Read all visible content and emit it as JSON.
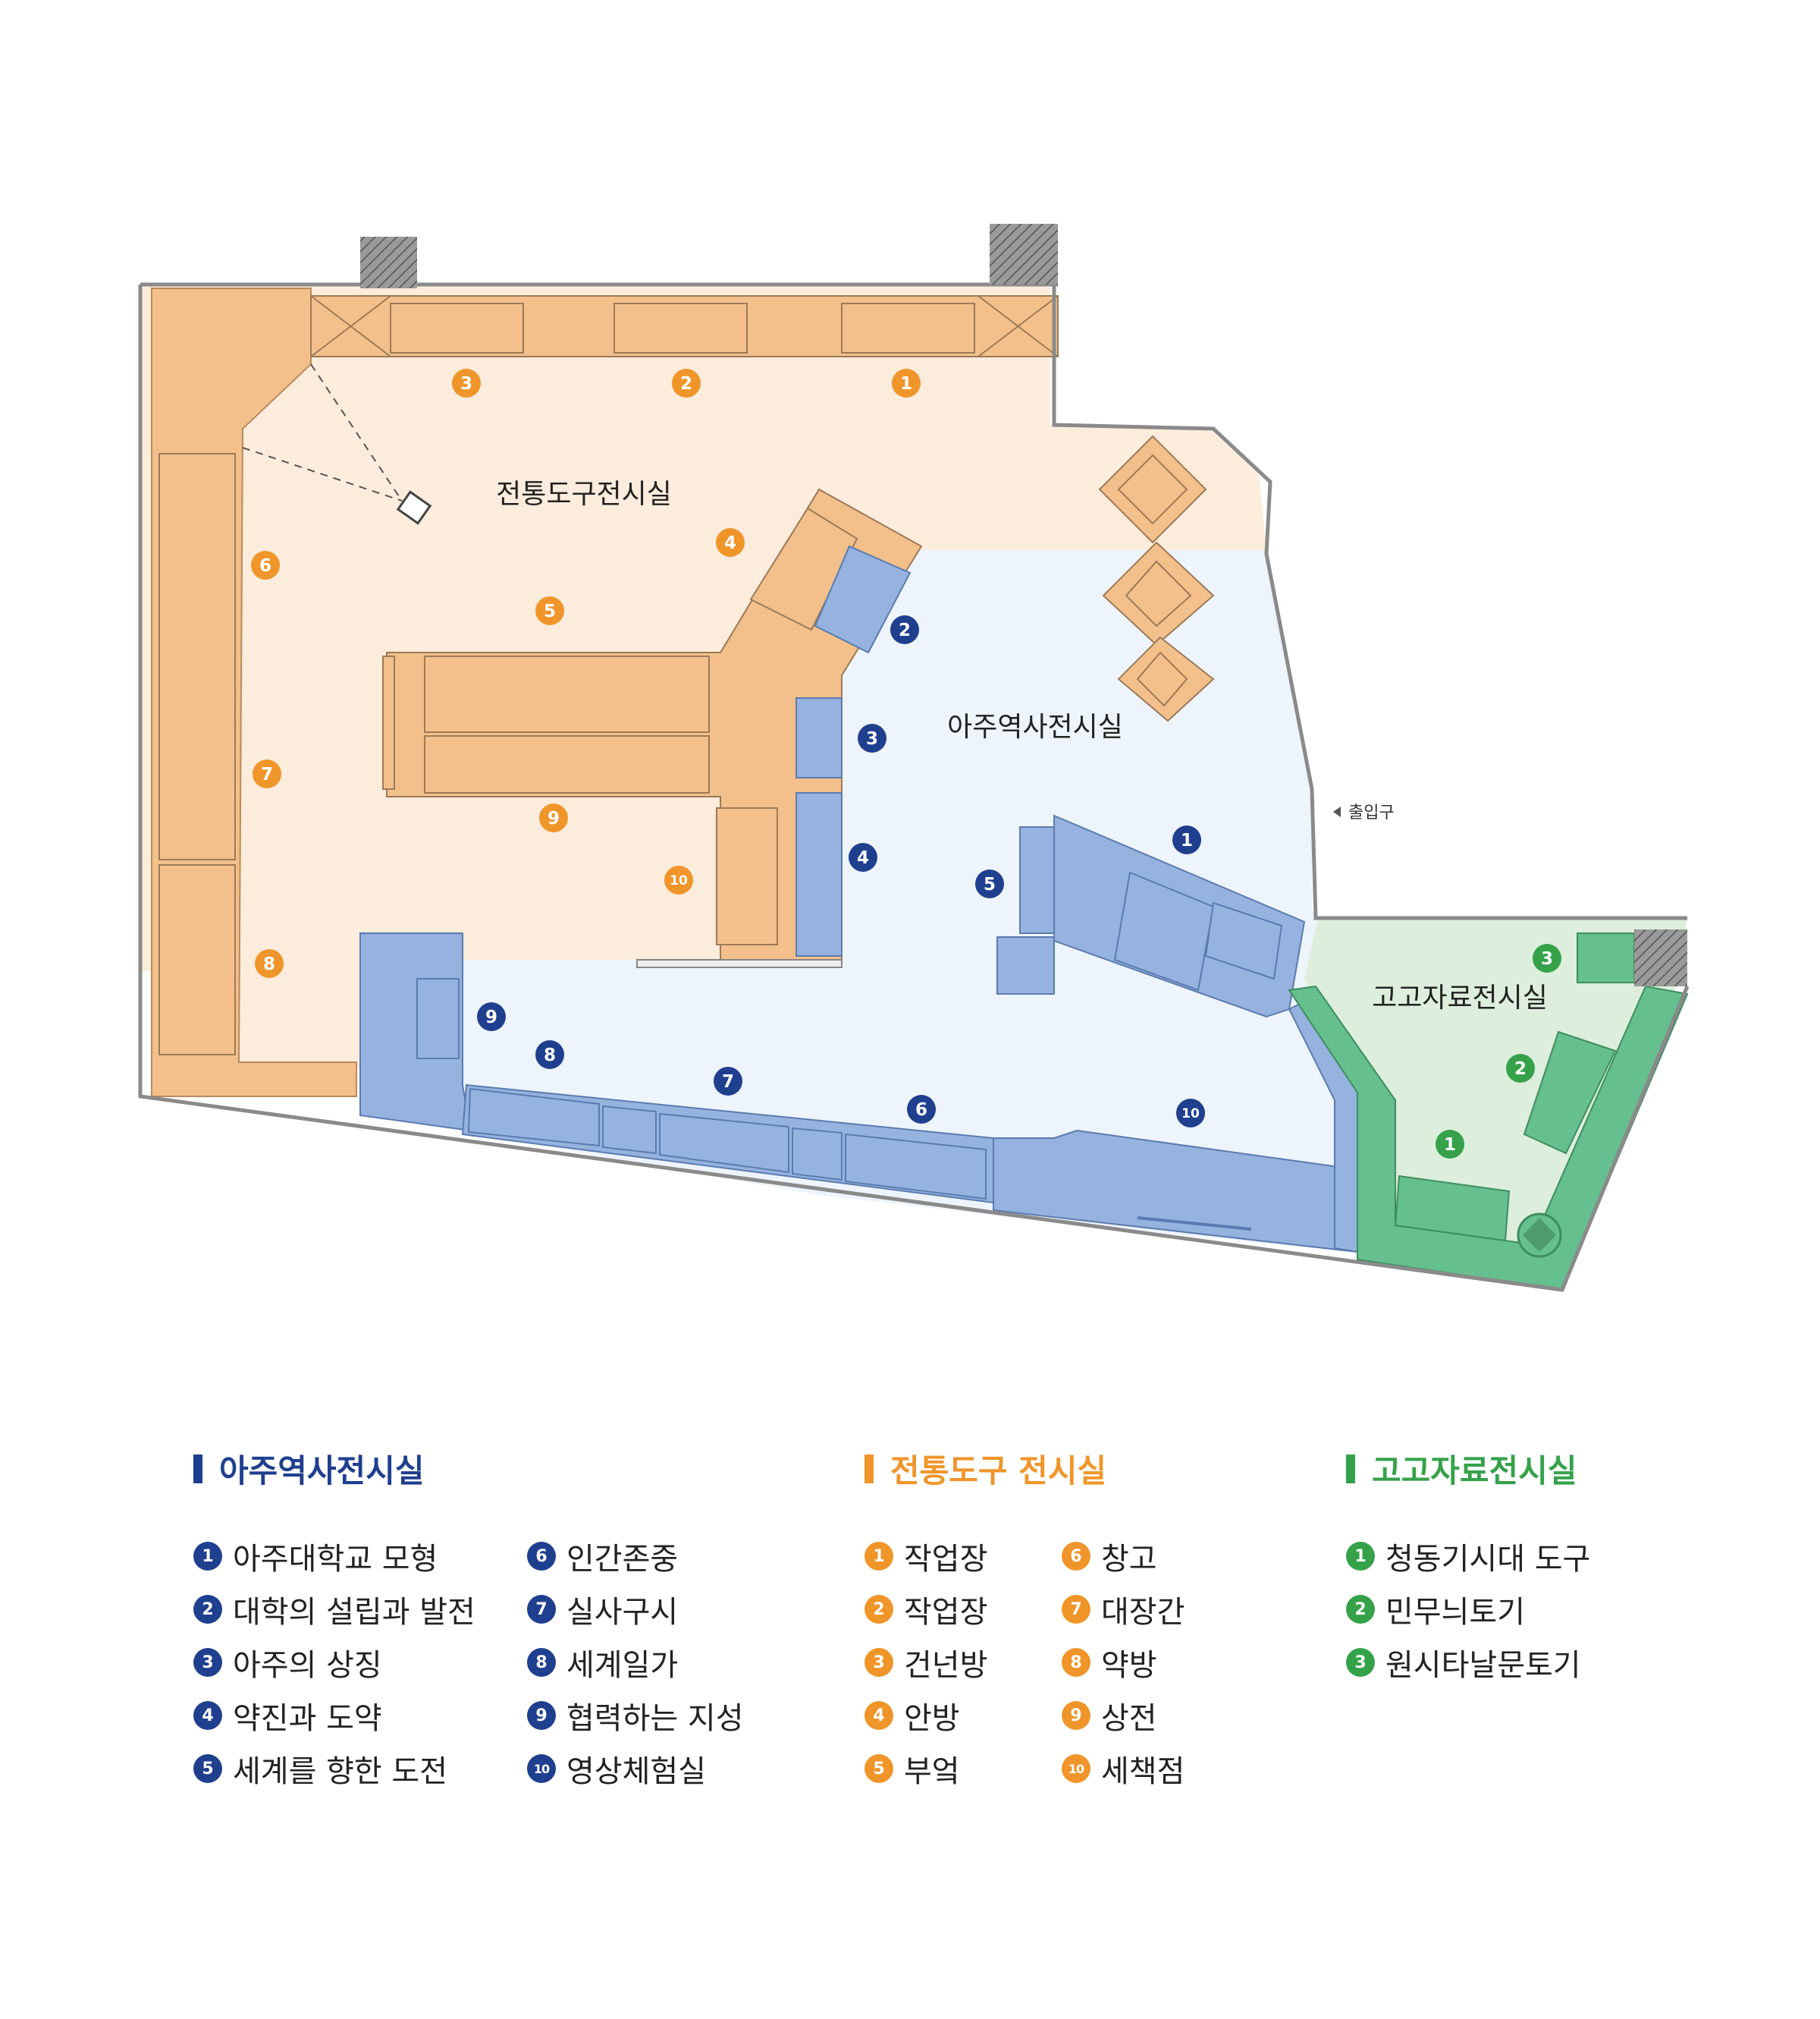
{
  "colors": {
    "ajou": "#1f3f8f",
    "ajou_fill": "#eef4fb",
    "ajou_furniture": "#95b3de",
    "tool": "#f0952a",
    "tool_fill": "#fcecdc",
    "tool_furniture": "#f3c08b",
    "archaeo": "#35a24a",
    "archaeo_fill": "#ddeedd",
    "archaeo_furniture": "#66bf8e",
    "wall": "#8a8a8a"
  },
  "map": {
    "room_labels": {
      "tool": "전통도구전시실",
      "ajou": "아주역사전시실",
      "archaeo": "고고자료전시실"
    },
    "entrance": "출입구"
  },
  "legend": {
    "ajou": {
      "title": "아주역사전시실",
      "items": [
        {
          "num": "1",
          "label": "아주대학교 모형"
        },
        {
          "num": "2",
          "label": "대학의 설립과 발전"
        },
        {
          "num": "3",
          "label": "아주의 상징"
        },
        {
          "num": "4",
          "label": "약진과 도약"
        },
        {
          "num": "5",
          "label": "세계를 향한 도전"
        },
        {
          "num": "6",
          "label": "인간존중"
        },
        {
          "num": "7",
          "label": "실사구시"
        },
        {
          "num": "8",
          "label": "세계일가"
        },
        {
          "num": "9",
          "label": "협력하는 지성"
        },
        {
          "num": "10",
          "label": "영상체험실"
        }
      ]
    },
    "tool": {
      "title": "전통도구 전시실",
      "items": [
        {
          "num": "1",
          "label": "작업장"
        },
        {
          "num": "2",
          "label": "작업장"
        },
        {
          "num": "3",
          "label": "건넌방"
        },
        {
          "num": "4",
          "label": "안방"
        },
        {
          "num": "5",
          "label": "부엌"
        },
        {
          "num": "6",
          "label": "창고"
        },
        {
          "num": "7",
          "label": "대장간"
        },
        {
          "num": "8",
          "label": "약방"
        },
        {
          "num": "9",
          "label": "상전"
        },
        {
          "num": "10",
          "label": "세책점"
        }
      ]
    },
    "archaeo": {
      "title": "고고자료전시실",
      "items": [
        {
          "num": "1",
          "label": "청동기시대 도구"
        },
        {
          "num": "2",
          "label": "민무늬토기"
        },
        {
          "num": "3",
          "label": "원시타날문토기"
        }
      ]
    }
  }
}
